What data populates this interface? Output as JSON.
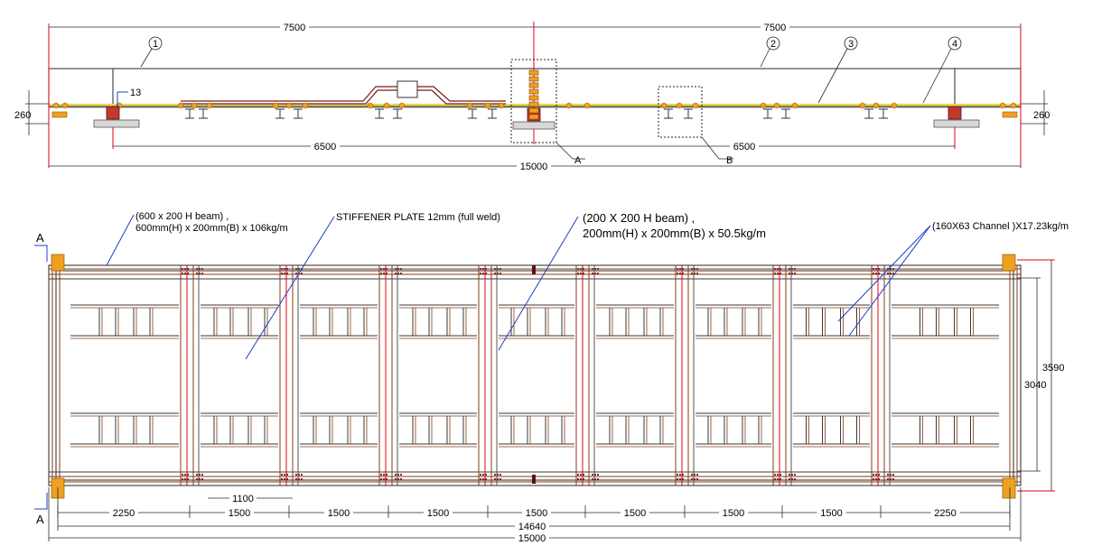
{
  "elevation": {
    "dim_top_left": "7500",
    "dim_top_right": "7500",
    "dim_inner_left": "6500",
    "dim_inner_right": "6500",
    "dim_overall": "15000",
    "height_left": "260",
    "height_right": "260",
    "callout_13": "13",
    "balloons": [
      "1",
      "2",
      "3",
      "4"
    ],
    "detail_a": "A",
    "detail_b": "B"
  },
  "plan": {
    "section_mark_top": "A",
    "section_mark_bottom": "A",
    "note_h600_line1": "(600 x 200 H beam) ,",
    "note_h600_line2": "600mm(H) x 200mm(B) x 106kg/m",
    "note_stiffener": "STIFFENER PLATE 12mm (full weld)",
    "note_h200_line1": "(200 X 200 H beam) ,",
    "note_h200_line2": "200mm(H) x 200mm(B) x 50.5kg/m",
    "note_channel": "(160X63 Channel )X17.23kg/m",
    "dim_spacing": [
      "2250",
      "1500",
      "1500",
      "1500",
      "1500",
      "1500",
      "1500",
      "1500",
      "2250"
    ],
    "dim_1100": "1100",
    "dim_14640": "14640",
    "dim_15000": "15000",
    "dim_3590": "3590",
    "dim_3040": "3040"
  },
  "colors": {
    "dimension": "#2a2a2a",
    "red_centerline": "#e0001b",
    "beam_outline": "#3a3a3a",
    "brown_member": "#8a3b12",
    "blue_leader": "#1d3fc7",
    "orange_bolt": "#f0a020",
    "yellow_plate": "#e8d94a"
  }
}
